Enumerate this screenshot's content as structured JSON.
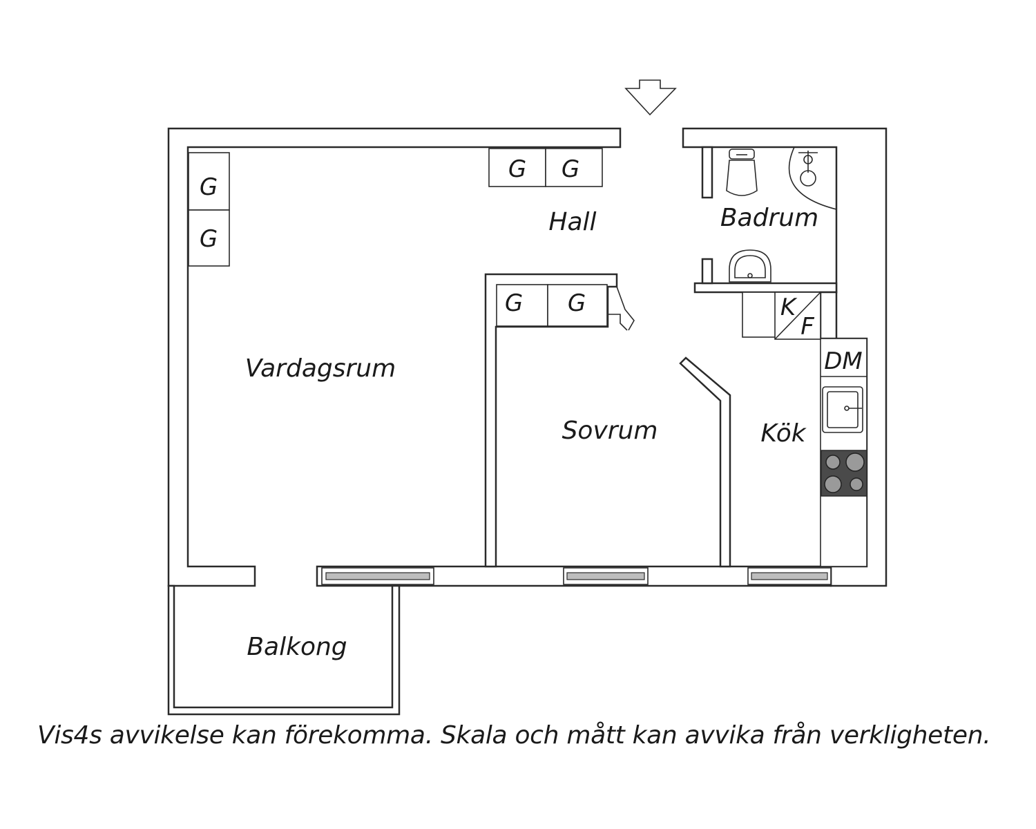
{
  "rooms": {
    "hall": "Hall",
    "badrum": "Badrum",
    "vardagsrum": "Vardagsrum",
    "sovrum": "Sovrum",
    "kok": "Kök",
    "balkong": "Balkong"
  },
  "closet_label": "G",
  "kitchen_labels": {
    "k": "K",
    "f": "F",
    "dm": "DM"
  },
  "disclaimer": "Vis4s avvikelse kan förekomma. Skala och mått kan avvika från verkligheten.",
  "icons": [
    "entrance-arrow-icon",
    "toilet-icon",
    "shower-icon",
    "washbasin-icon",
    "kitchen-sink-icon",
    "stove-icon"
  ]
}
